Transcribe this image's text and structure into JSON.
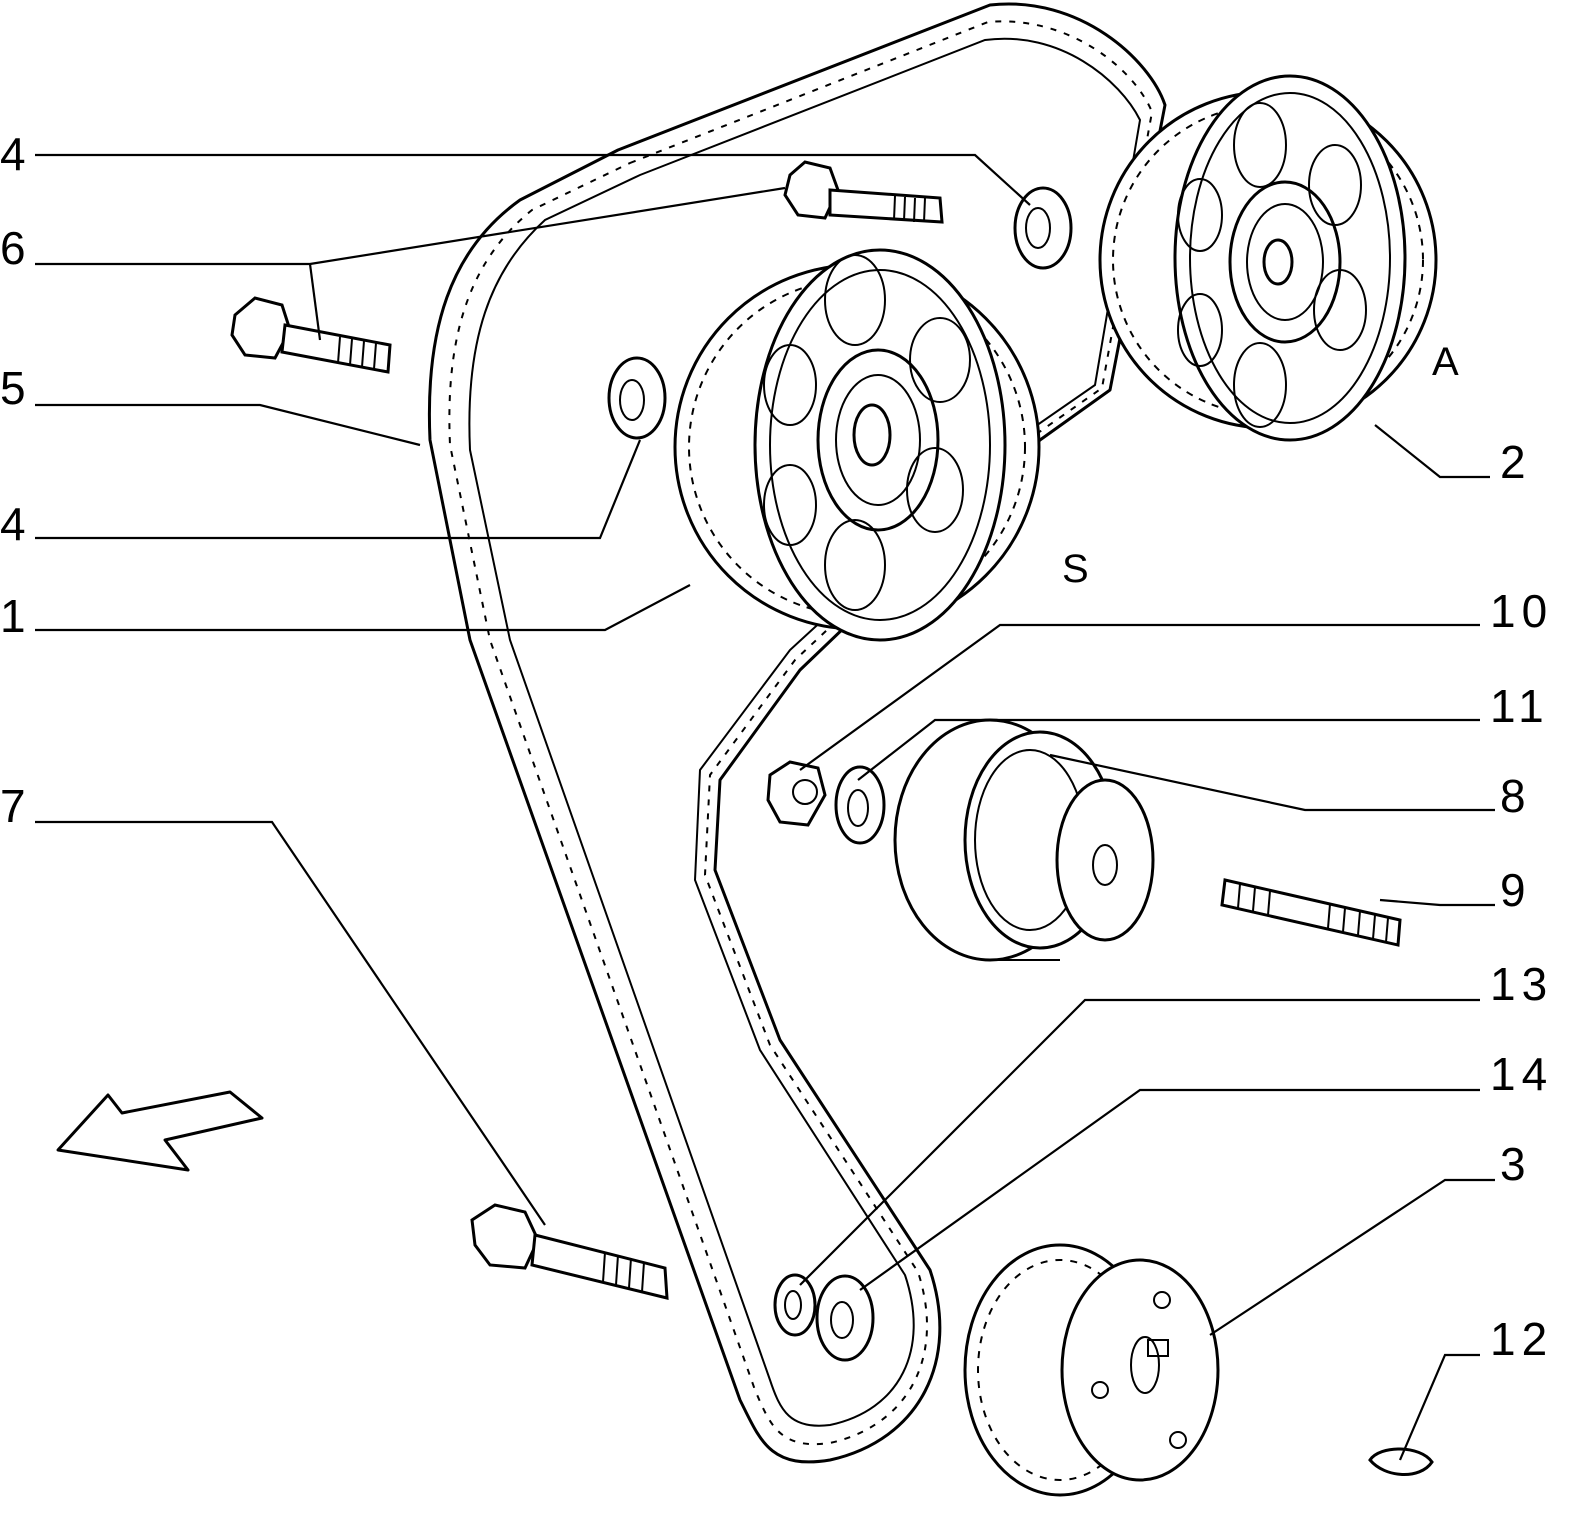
{
  "callouts": [
    {
      "id": "c4a",
      "text": "4"
    },
    {
      "id": "c6",
      "text": "6"
    },
    {
      "id": "c5",
      "text": "5"
    },
    {
      "id": "c4b",
      "text": "4"
    },
    {
      "id": "c1",
      "text": "1"
    },
    {
      "id": "c7",
      "text": "7"
    },
    {
      "id": "c10",
      "text": "10"
    },
    {
      "id": "c11",
      "text": "11"
    },
    {
      "id": "c8",
      "text": "8"
    },
    {
      "id": "c9",
      "text": "9"
    },
    {
      "id": "c13",
      "text": "13"
    },
    {
      "id": "c14",
      "text": "14"
    },
    {
      "id": "c3",
      "text": "3"
    },
    {
      "id": "c12",
      "text": "12"
    },
    {
      "id": "c2",
      "text": "2"
    }
  ],
  "markers": {
    "exhaust_side": "S",
    "intake_side": "A"
  }
}
